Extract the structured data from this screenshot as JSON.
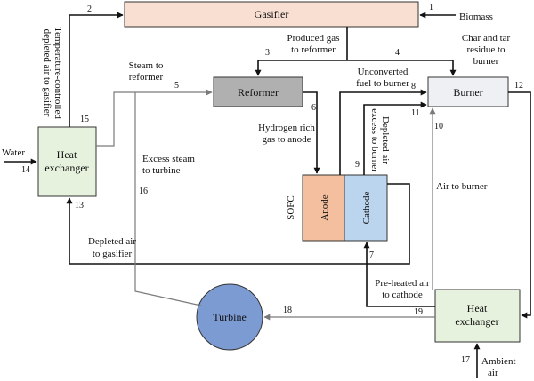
{
  "colors": {
    "gasifier": "#f8dfd2",
    "reformer": "#b0b0b0",
    "burner": "#eef0f4",
    "heat_exchanger": "#e6f2de",
    "anode": "#f4bf9f",
    "cathode": "#bcd5ee",
    "turbine": "#7d9bd3",
    "line_dark": "#111111",
    "line_gray": "#7a7a7a"
  },
  "components": {
    "gasifier": "Gasifier",
    "reformer": "Reformer",
    "burner": "Burner",
    "heat_exchanger_left": [
      "Heat",
      "exchanger"
    ],
    "heat_exchanger_right": [
      "Heat",
      "exchanger"
    ],
    "sofc": "SOFC",
    "anode": "Anode",
    "cathode": "Cathode",
    "turbine": "Turbine"
  },
  "labels": {
    "biomass": "Biomass",
    "produced_gas": [
      "Produced gas",
      "to reformer"
    ],
    "char_tar": [
      "Char and tar",
      "residue to",
      "burner"
    ],
    "unconverted_fuel": [
      "Unconverted",
      "fuel to burner"
    ],
    "steam_to_reformer": [
      "Steam to",
      "reformer"
    ],
    "temperature_controlled": [
      "Temperature-controlled",
      "depleted air to gasifier"
    ],
    "hydrogen_rich": [
      "Hydrogen rich",
      "gas to anode"
    ],
    "depleted_air_excess": [
      "Depleted air",
      "excess to burner"
    ],
    "excess_steam": [
      "Excess steam",
      "to turbine"
    ],
    "water": "Water",
    "air_to_burner": "Air to burner",
    "depleted_air_gasifier": [
      "Depleted air",
      "to gasifier"
    ],
    "preheated_air": [
      "Pre-heated air",
      "to cathode"
    ],
    "ambient_air": [
      "Ambient",
      "air"
    ]
  },
  "stream_numbers": {
    "s1": "1",
    "s2": "2",
    "s3": "3",
    "s4": "4",
    "s5": "5",
    "s6": "6",
    "s7": "7",
    "s8": "8",
    "s9": "9",
    "s10": "10",
    "s11": "11",
    "s12": "12",
    "s13": "13",
    "s14": "14",
    "s15": "15",
    "s16": "16",
    "s17": "17",
    "s18": "18",
    "s19": "19"
  }
}
